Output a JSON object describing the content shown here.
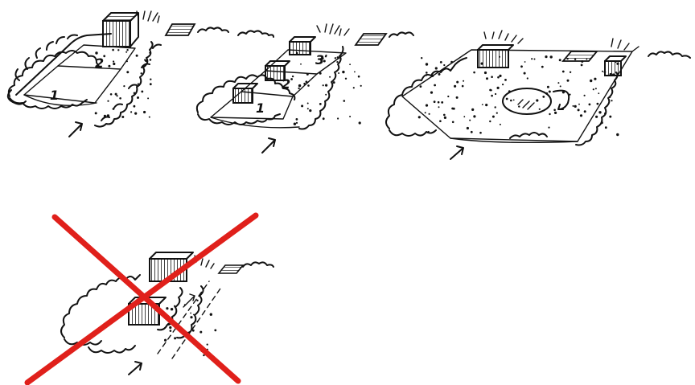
{
  "colors": {
    "ink": "#111111",
    "background": "#ffffff",
    "cross": "#e0201b"
  },
  "sketches": [
    {
      "name": "three-plots-compact",
      "labels": [
        "1",
        "2"
      ]
    },
    {
      "name": "three-plots-with-buildings",
      "labels": [
        "1",
        "2",
        "3"
      ]
    },
    {
      "name": "open-yard-circulation",
      "labels": []
    },
    {
      "name": "rejected-layout",
      "labels": []
    }
  ]
}
